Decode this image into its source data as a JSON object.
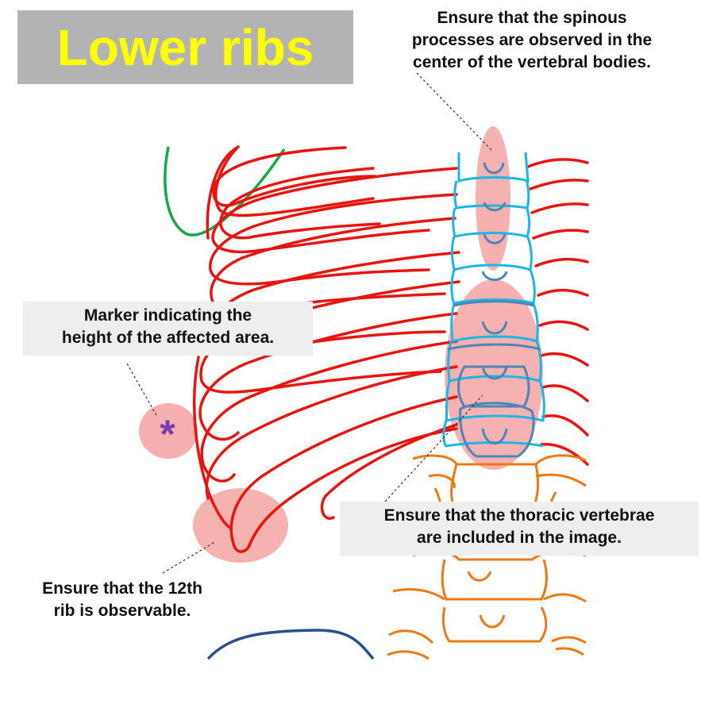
{
  "title": "Lower ribs",
  "annotations": {
    "spinous": [
      "Ensure that the spinous",
      "processes are observed in the",
      "center of the vertebral bodies."
    ],
    "marker": [
      "Marker indicating the",
      "height of the affected area."
    ],
    "thoracic": [
      "Ensure that the thoracic vertebrae",
      "are included in the image."
    ],
    "rib12": [
      "Ensure that the 12th",
      "rib is observable."
    ]
  },
  "marker_symbol": "*",
  "colors": {
    "title_bg": "#b3b3b3",
    "title_text": "#ffff00",
    "ribs": "#e8150f",
    "thoracic_vertebrae": "#19b6e6",
    "lumbar_vertebrae": "#f07810",
    "highlight": "#f5a3a3",
    "marker": "#7a3cae",
    "scapula": "#16a84a",
    "iliac_crest": "#2a4f8f"
  }
}
